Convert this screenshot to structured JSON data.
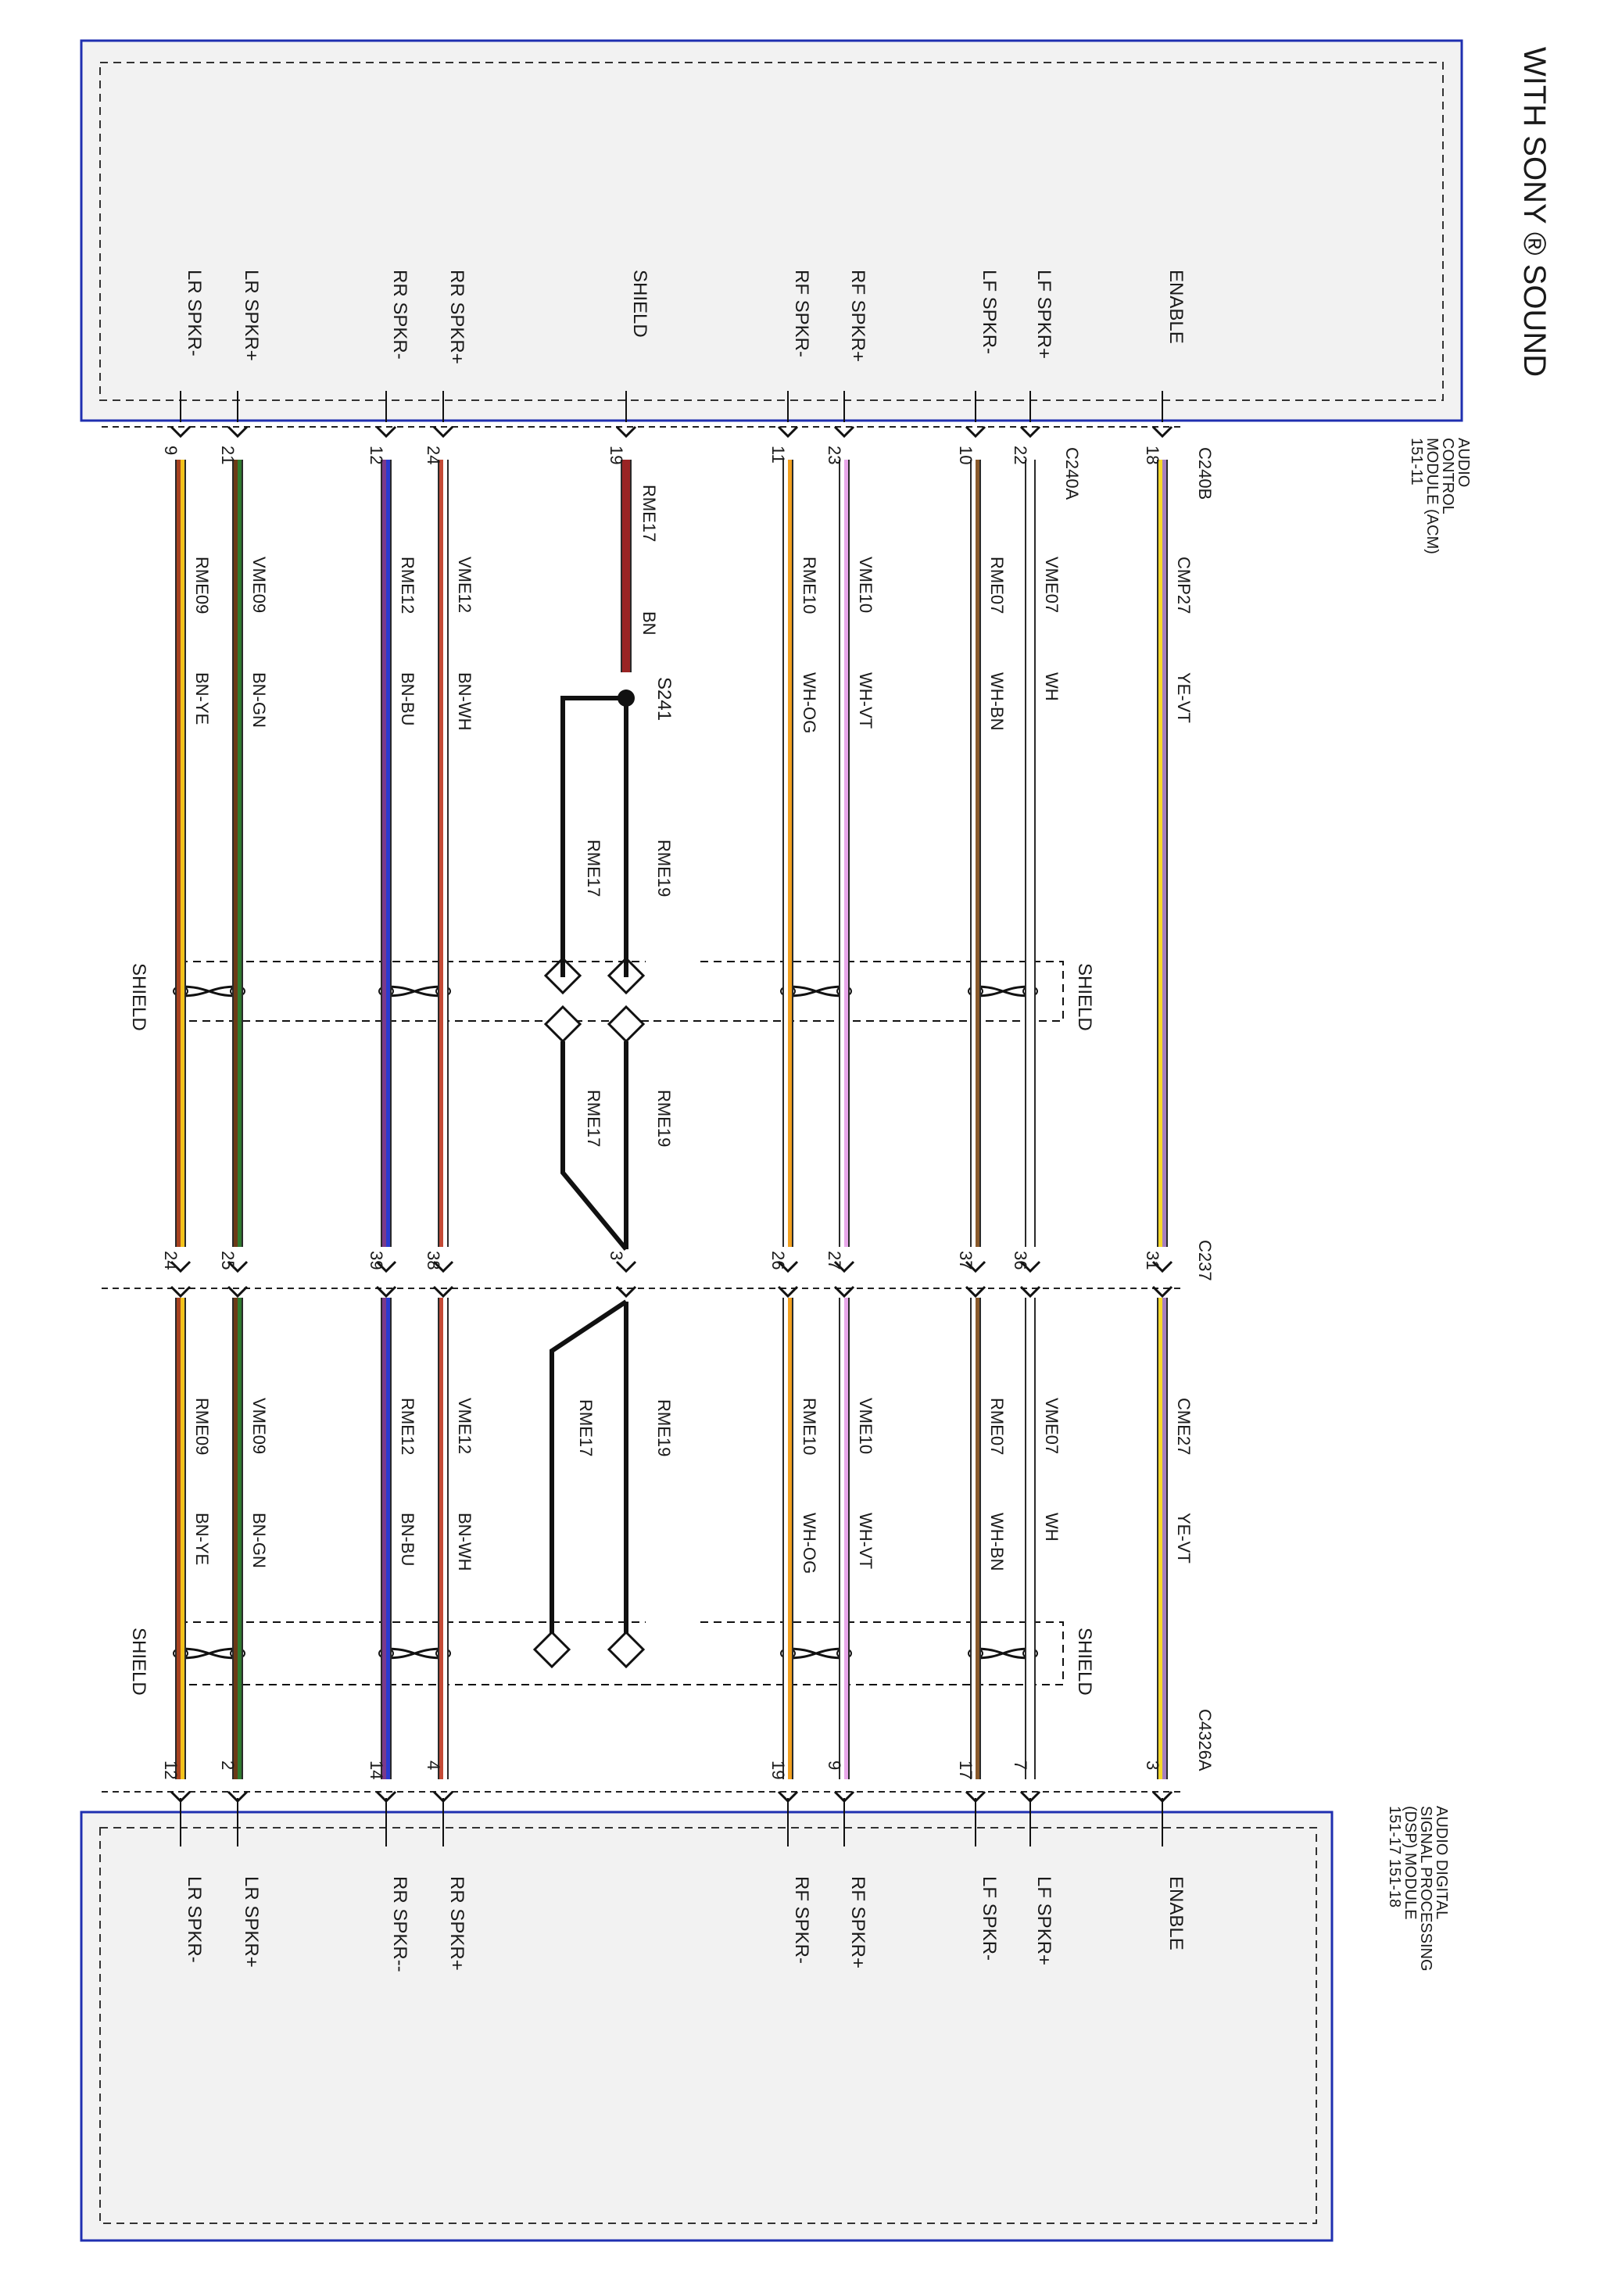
{
  "title": "WITH SONY ® SOUND",
  "acm": {
    "name_lines": [
      "AUDIO",
      "CONTROL",
      "MODULE (ACM)",
      "151-11"
    ],
    "connector_b": "C240B",
    "connector_a": "C240A"
  },
  "dsp": {
    "name_lines": [
      "AUDIO DIGITAL",
      "SIGNAL PROCESSING",
      "(DSP) MODULE",
      "151-17   151-18"
    ],
    "connector": "C4326A"
  },
  "inline_connector": "C237",
  "splice": "S241",
  "shield_label": "SHIELD",
  "shield_circuit": "RME17",
  "drain_circuit": "RME19",
  "colors": {
    "module_border": "#1f2fb0",
    "module_fill": "#f2f2f2",
    "YE-VT": [
      "#f6d829",
      "#a57fc0"
    ],
    "WH": [
      "#ffffff",
      "#ffffff"
    ],
    "WH-BN": [
      "#ffffff",
      "#8a5a2b"
    ],
    "WH-VT": [
      "#ffffff",
      "#e9a6ea"
    ],
    "WH-OG": [
      "#ffffff",
      "#f2a01e"
    ],
    "BN": [
      "#9a2424",
      "#9a2424"
    ],
    "BN-WH": [
      "#c44a36",
      "#ffffff"
    ],
    "BN-BU": [
      "#7b3a8a",
      "#2b3ad0"
    ],
    "BN-GN": [
      "#6b3a16",
      "#2f7a2f"
    ],
    "BN-YE": [
      "#a8421f",
      "#f2c21b"
    ]
  },
  "wires": [
    {
      "id": "enable",
      "acm_pin_label": "ENABLE",
      "dsp_pin_label": "ENABLE",
      "acm_pin": "18",
      "c237_left": "31",
      "dsp_pin": "3",
      "circuit1": "CMP27",
      "circuit2": "CME27",
      "color": "YE-VT",
      "shielded": false
    },
    {
      "id": "lf-spkr-plus",
      "acm_pin_label": "LF SPKR+",
      "dsp_pin_label": "LF SPKR+",
      "acm_pin": "22",
      "c237_left": "36",
      "dsp_pin": "7",
      "circuit1": "VME07",
      "circuit2": "VME07",
      "color": "WH",
      "shielded": true
    },
    {
      "id": "lf-spkr-minus",
      "acm_pin_label": "LF SPKR-",
      "dsp_pin_label": "LF SPKR-",
      "acm_pin": "10",
      "c237_left": "37",
      "dsp_pin": "17",
      "circuit1": "RME07",
      "circuit2": "RME07",
      "color": "WH-BN",
      "shielded": true
    },
    {
      "id": "rf-spkr-plus",
      "acm_pin_label": "RF SPKR+",
      "dsp_pin_label": "RF SPKR+",
      "acm_pin": "23",
      "c237_left": "27",
      "dsp_pin": "9",
      "circuit1": "VME10",
      "circuit2": "VME10",
      "color": "WH-VT",
      "shielded": true
    },
    {
      "id": "rf-spkr-minus",
      "acm_pin_label": "RF SPKR-",
      "dsp_pin_label": "RF SPKR-",
      "acm_pin": "11",
      "c237_left": "26",
      "dsp_pin": "19",
      "circuit1": "RME10",
      "circuit2": "RME10",
      "color": "WH-OG",
      "shielded": true
    },
    {
      "id": "shield",
      "acm_pin_label": "SHIELD",
      "acm_pin": "19",
      "c237_left": "3",
      "circuit1": "RME17",
      "color": "BN"
    },
    {
      "id": "rr-spkr-plus",
      "acm_pin_label": "RR SPKR+",
      "dsp_pin_label": "RR SPKR+",
      "acm_pin": "24",
      "c237_left": "38",
      "dsp_pin": "4",
      "circuit1": "VME12",
      "circuit2": "VME12",
      "color": "BN-WH",
      "shielded": true
    },
    {
      "id": "rr-spkr-minus",
      "acm_pin_label": "RR SPKR-",
      "dsp_pin_label": "RR SPKR--",
      "acm_pin": "12",
      "c237_left": "39",
      "dsp_pin": "14",
      "circuit1": "RME12",
      "circuit2": "RME12",
      "color": "BN-BU",
      "shielded": true
    },
    {
      "id": "lr-spkr-plus",
      "acm_pin_label": "LR SPKR+",
      "dsp_pin_label": "LR SPKR+",
      "acm_pin": "21",
      "c237_left": "25",
      "dsp_pin": "2",
      "circuit1": "VME09",
      "circuit2": "VME09",
      "color": "BN-GN",
      "shielded": true
    },
    {
      "id": "lr-spkr-minus",
      "acm_pin_label": "LR SPKR-",
      "dsp_pin_label": "LR SPKR-",
      "acm_pin": "9",
      "c237_left": "24",
      "dsp_pin": "12",
      "circuit1": "RME09",
      "circuit2": "RME09",
      "color": "BN-YE",
      "shielded": true
    }
  ]
}
